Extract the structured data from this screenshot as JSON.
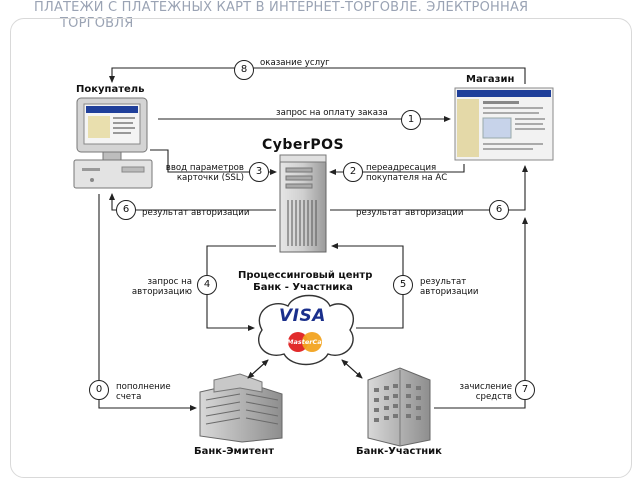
{
  "title": {
    "line1": "ПЛАТЕЖИ С ПЛАТЕЖНЫХ КАРТ В ИНТЕРНЕТ-ТОРГОВЛЕ. ЭЛЕКТРОННАЯ",
    "line2": "ТОРГОВЛЯ"
  },
  "nodes": {
    "buyer": "Покупатель",
    "shop": "Магазин",
    "cyberpos": "CyberPOS",
    "processing_line1": "Процессинговый центр",
    "processing_line2": "Банк - Участника",
    "issuer_bank": "Банк-Эмитент",
    "member_bank": "Банк-Участник",
    "visa": "VISA",
    "mastercard": "MasterCard"
  },
  "steps": [
    {
      "num": "8",
      "text": "оказание услуг"
    },
    {
      "num": "1",
      "text": "запрос на оплату заказа"
    },
    {
      "num": "3",
      "line1": "ввод параметров",
      "line2": "карточки (SSL)"
    },
    {
      "num": "2",
      "line1": "переадресация",
      "line2": "покупателя на АС"
    },
    {
      "num": "6",
      "text": "результат авторизации"
    },
    {
      "num": "6",
      "text": "результат авторизации"
    },
    {
      "num": "4",
      "line1": "запрос на",
      "line2": "авторизацию"
    },
    {
      "num": "5",
      "line1": "результат",
      "line2": "авторизации"
    },
    {
      "num": "0",
      "line1": "пополнение",
      "line2": "счета"
    },
    {
      "num": "7",
      "line1": "зачисление",
      "line2": "средств"
    }
  ]
}
